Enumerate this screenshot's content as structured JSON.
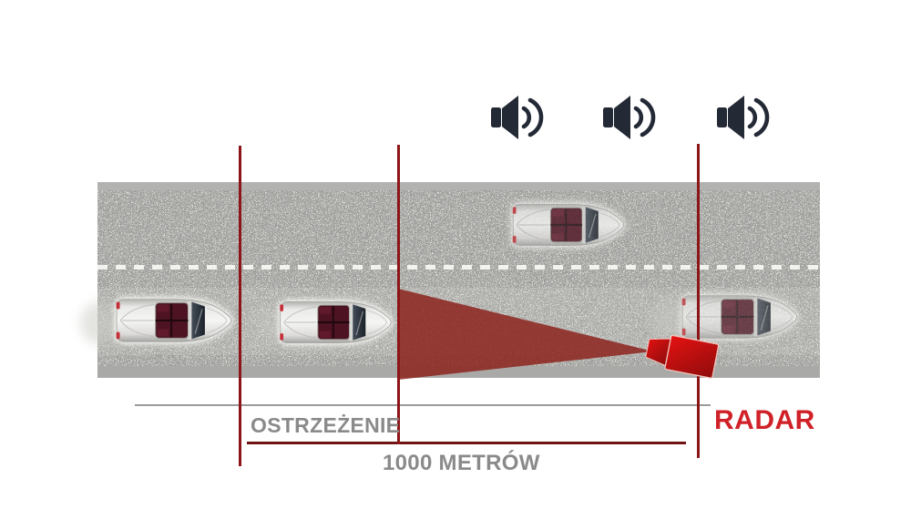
{
  "labels": {
    "warning": "OSTRZEŻENIE",
    "distance": "1000 METRÓW",
    "radar": "RADAR"
  },
  "icons": {
    "speaker": {
      "name": "speaker-icon",
      "count": 3
    }
  },
  "road": {
    "lanes": 2,
    "center_line": "dashed-white",
    "cars_visible": 4
  },
  "markers": {
    "vertical_lines": 3,
    "gray_baseline": true,
    "red_distance_span": true
  },
  "colors": {
    "background": "#ffffff",
    "radar_label_red": "#d02128",
    "marker_line_red": "#8c1518",
    "span_line_red": "#701313",
    "baseline_gray": "#9b9b9b",
    "label_gray": "#8a8a8a",
    "cone_red": "#8c211b",
    "device_red": "#c41111",
    "speaker_icon_dark": "#242936",
    "road_asphalt_gray": "#676765",
    "road_edge_gray": "#b0b0ae",
    "car_body_silver": "#e2e2e0",
    "car_seat_maroon": "#4e1322",
    "car_windshield_dark": "#2b3440",
    "dashed_line_white": "#f2f2ef"
  }
}
